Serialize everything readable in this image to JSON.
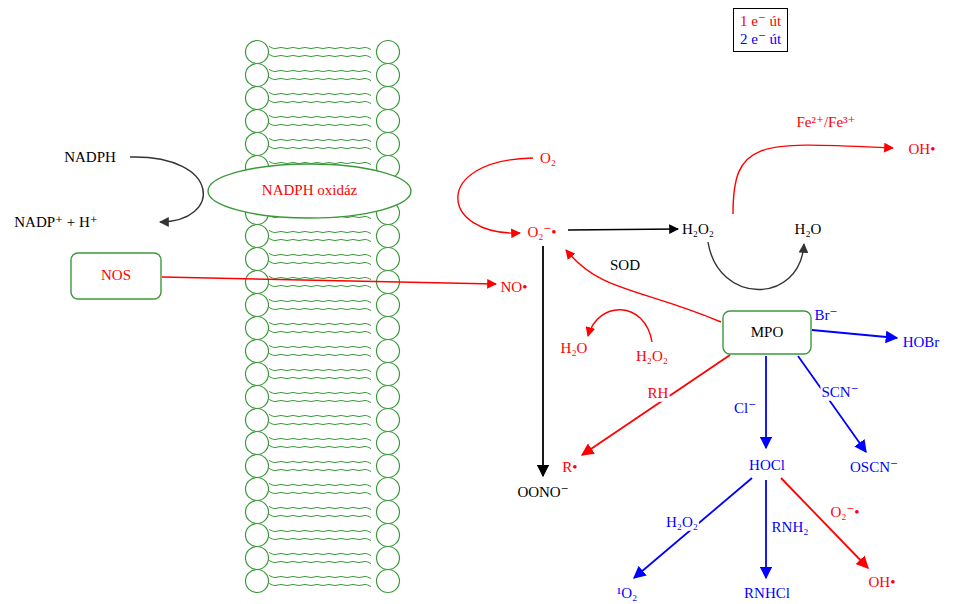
{
  "diagram": {
    "nodes": [
      {
        "text": [
          "NADPH oxidáz"
        ]
      },
      {
        "text": [
          "NOS"
        ]
      },
      {
        "text": [
          "MPO"
        ]
      }
    ],
    "labels": [
      "NADPH",
      "NADP⁺ + H⁺",
      "O₂",
      "O₂⁻•",
      "SOD",
      "H₂O₂",
      "H₂O",
      "Fe²⁺/Fe³⁺",
      "OH•",
      "NO•",
      "H₂O",
      "H₂O₂",
      "Br⁻",
      "HOBr",
      "RH",
      "Cl⁻",
      "SCN⁻",
      "R•",
      "HOCl",
      "OSCN⁻",
      "OONO⁻",
      "H₂O₂",
      "RNH₂",
      "O₂⁻•",
      "¹O₂",
      "RNHCl",
      "OH•"
    ],
    "legend": [
      {
        "text": "1 e⁻ út",
        "color": "#ff0000"
      },
      {
        "text": "2 e⁻ út",
        "color": "#0000ff"
      }
    ]
  }
}
